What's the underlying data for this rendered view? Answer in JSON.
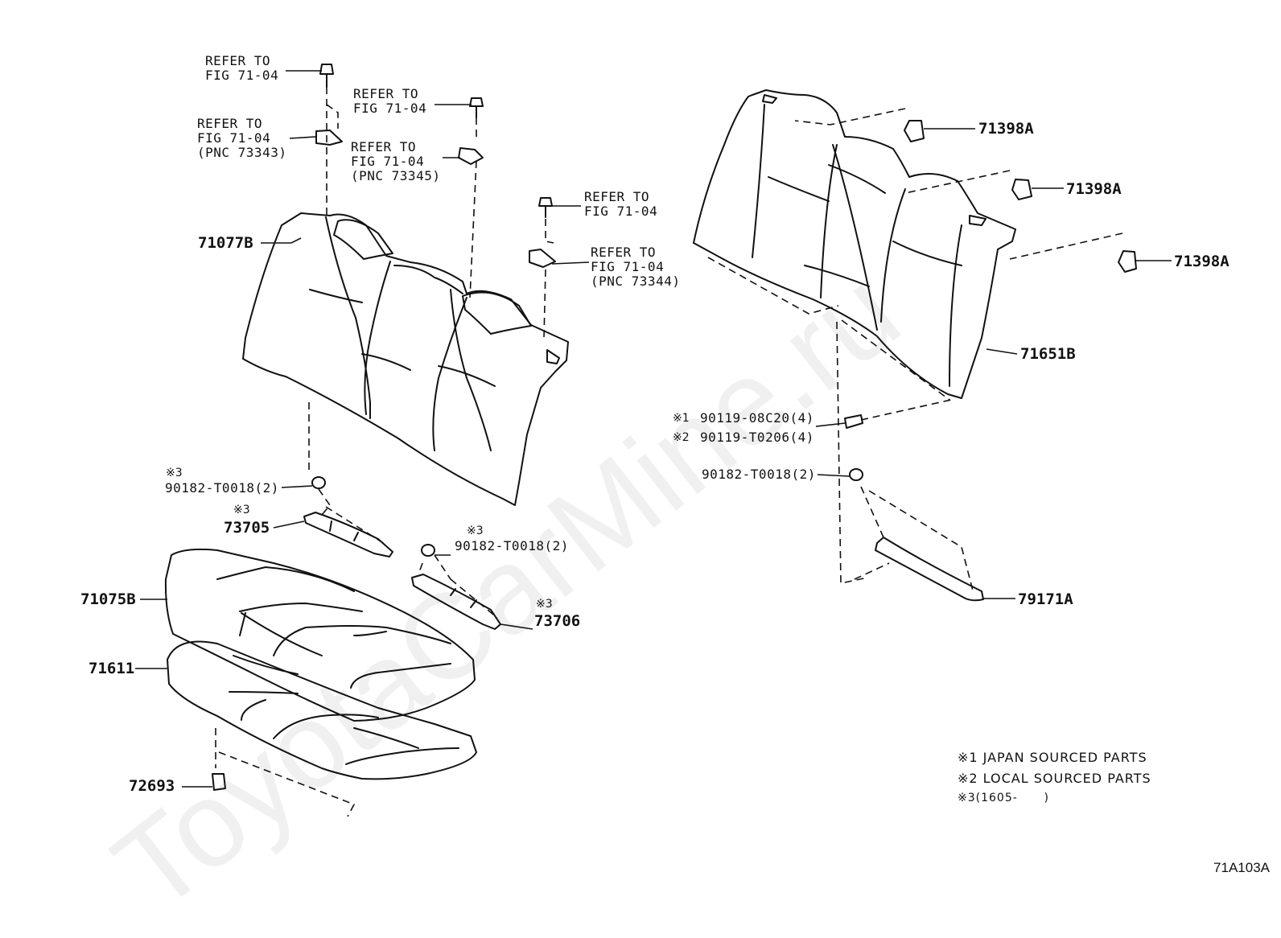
{
  "watermark": "ToyotaCarMine.ru",
  "refs": {
    "r1": [
      "REFER TO",
      "FIG 71-04"
    ],
    "r2": [
      "REFER TO",
      "FIG 71-04",
      "(PNC 73343)"
    ],
    "r3": [
      "REFER TO",
      "FIG 71-04"
    ],
    "r4": [
      "REFER TO",
      "FIG 71-04",
      "(PNC 73345)"
    ],
    "r5": [
      "REFER TO",
      "FIG 71-04"
    ],
    "r6": [
      "REFER TO",
      "FIG 71-04",
      "(PNC 73344)"
    ]
  },
  "parts": {
    "p71077B": "71077B",
    "p71075B": "71075B",
    "p71611": "71611",
    "p72693": "72693",
    "p73705": "73705",
    "p73706": "73706",
    "p71398A_1": "71398A",
    "p71398A_2": "71398A",
    "p71398A_3": "71398A",
    "p71651B": "71651B",
    "p79171A": "79171A",
    "bolt_1": "90119-08C20(4)",
    "bolt_2": "90119-T0206(4)",
    "nut_l1": "90182-T0018(2)",
    "nut_l2": "90182-T0018(2)",
    "nut_r": "90182-T0018(2)"
  },
  "marks": {
    "m1": "※1",
    "m2": "※2",
    "m3": "※3"
  },
  "legend": {
    "l1": "※1 JAPAN SOURCED PARTS",
    "l2": "※2 LOCAL SOURCED PARTS",
    "l3": "※3(1605-      )"
  },
  "figure_code": "71A103A"
}
